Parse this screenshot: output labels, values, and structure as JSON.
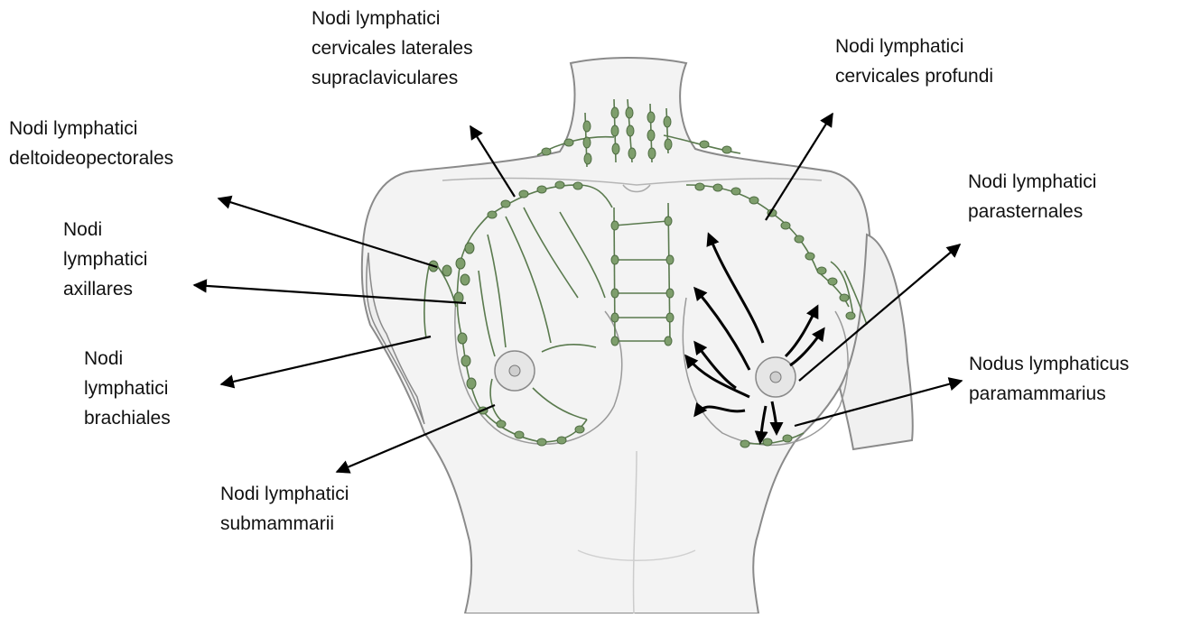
{
  "colors": {
    "skin_fill": "#f3f3f3",
    "skin_outline": "#8a8a8a",
    "lymph_vessel": "#5a7a4e",
    "lymph_node": "#7e9e6c",
    "arrow": "#000000",
    "text": "#111111"
  },
  "labels": {
    "cervicales_laterales": [
      "Nodi lymphatici",
      "cervicales laterales",
      "supraclaviculares"
    ],
    "cervicales_profundi": [
      "Nodi lymphatici",
      "cervicales profundi"
    ],
    "deltoideopectorales": [
      "Nodi lymphatici",
      "deltoideopectorales"
    ],
    "axillares": [
      "Nodi",
      "lymphatici",
      "axillares"
    ],
    "brachiales": [
      "Nodi",
      "lymphatici",
      "brachiales"
    ],
    "parasternales": [
      "Nodi lymphatici",
      "parasternales"
    ],
    "paramammarius": [
      "Nodus lymphaticus",
      "paramammarius"
    ],
    "submammarii": [
      "Nodi lymphatici",
      "submammarii"
    ]
  }
}
